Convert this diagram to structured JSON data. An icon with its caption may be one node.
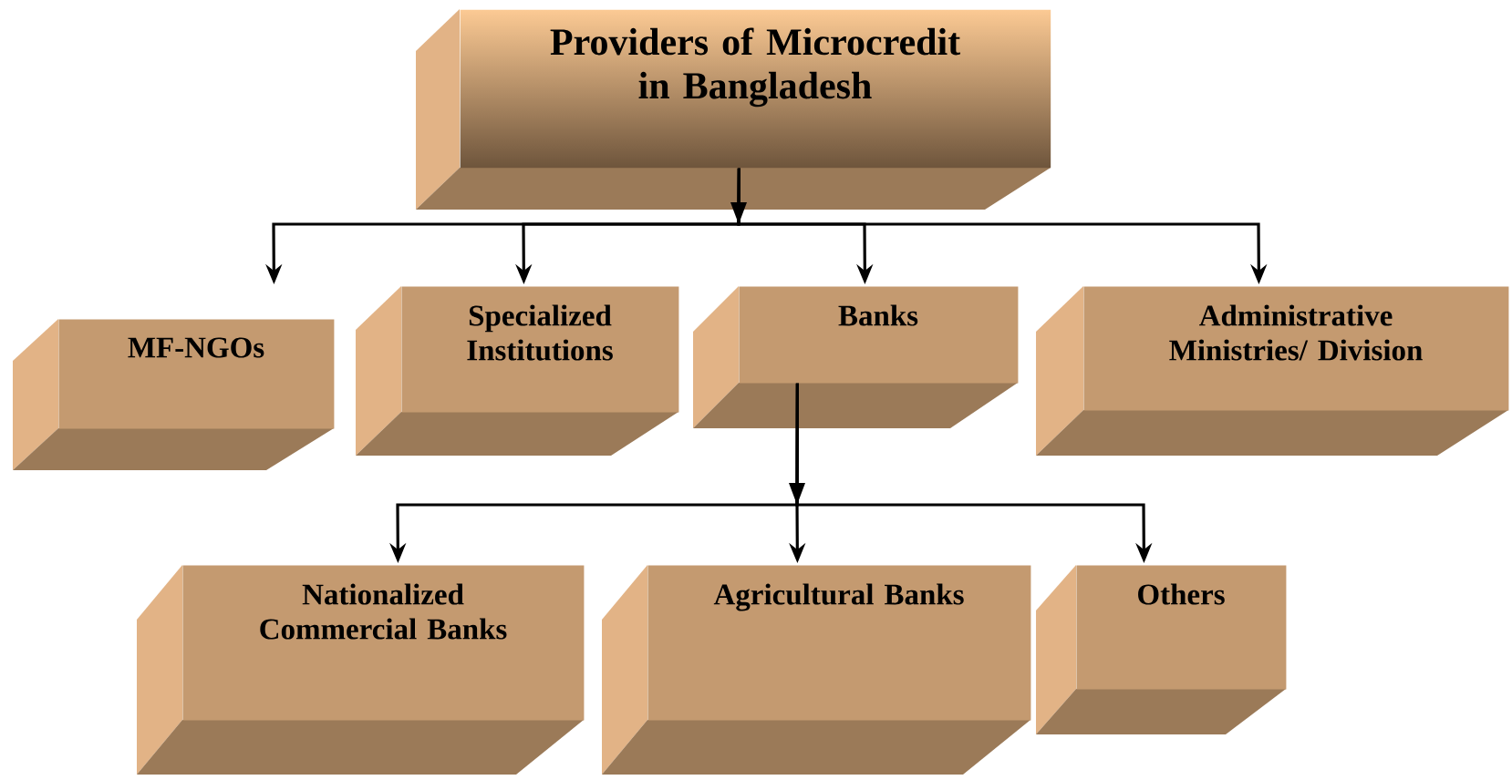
{
  "diagram": {
    "nodes": [
      {
        "text": [
          "Providers of Microcredit in Bangladesh"
        ]
      },
      {
        "text": [
          "MF-NGOs"
        ]
      },
      {
        "text": [
          "Specialized Institutions"
        ]
      },
      {
        "text": [
          "Banks"
        ]
      },
      {
        "text": [
          "Administrative Ministries/ Division"
        ]
      },
      {
        "text": [
          "Nationalized Commercial Banks"
        ]
      },
      {
        "text": [
          "Agricultural Banks"
        ]
      },
      {
        "text": [
          "Others"
        ]
      }
    ],
    "edges": [
      {
        "from": 0,
        "to": 1,
        "arrow": "to"
      },
      {
        "from": 0,
        "to": 2,
        "arrow": "to"
      },
      {
        "from": 0,
        "to": 3,
        "arrow": "to"
      },
      {
        "from": 0,
        "to": 4,
        "arrow": "to"
      },
      {
        "from": 3,
        "to": 5,
        "arrow": "to"
      },
      {
        "from": 3,
        "to": 6,
        "arrow": "to"
      },
      {
        "from": 3,
        "to": 7,
        "arrow": "to"
      }
    ]
  }
}
